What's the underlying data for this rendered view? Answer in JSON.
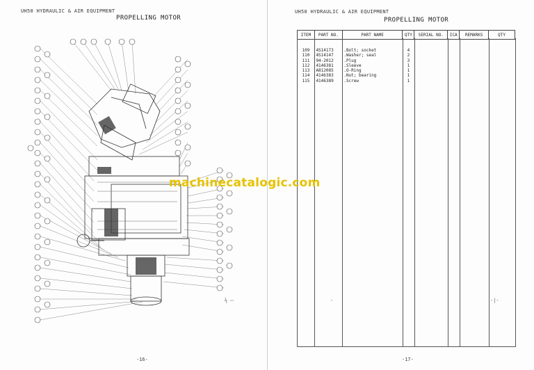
{
  "left_page": {
    "header": "UH50 HYDRAULIC & AIR EQUIPMENT",
    "title": "PROPELLING MOTOR",
    "page_number": "-16-"
  },
  "right_page": {
    "header": "UH50 HYDRAULIC & AIR EQUIPMENT",
    "title": "PROPELLING MOTOR",
    "page_number": "-17-",
    "columns": [
      "ITEM",
      "PART NO.",
      "PART NAME",
      "QTY",
      "SERIAL NO.",
      "ICA",
      "REMARKS",
      "QTY"
    ],
    "rows": [
      {
        "item": "109",
        "part_no": "4S14173",
        "name": ".Bolt; socket",
        "qty": "4"
      },
      {
        "item": "110",
        "part_no": "4S14147",
        "name": ".Washer; seal",
        "qty": "2"
      },
      {
        "item": "111",
        "part_no": "94-2012",
        "name": ".Plug",
        "qty": "3"
      },
      {
        "item": "112",
        "part_no": "4146381",
        "name": ".Sleeve",
        "qty": "1"
      },
      {
        "item": "113",
        "part_no": "A812085",
        "name": ".O-Ring",
        "qty": "1"
      },
      {
        "item": "114",
        "part_no": "4146383",
        "name": ".Nut; bearing",
        "qty": "1"
      },
      {
        "item": "115",
        "part_no": "4146389",
        "name": ".Screw",
        "qty": "1"
      }
    ]
  },
  "watermark": "machinecatalogic.com"
}
